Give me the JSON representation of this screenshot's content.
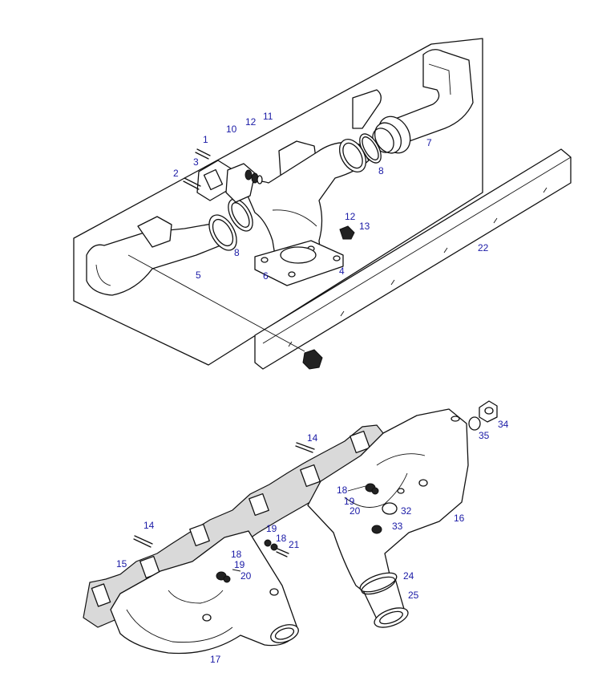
{
  "diagram": {
    "callouts": [
      {
        "id": "c1",
        "text": "1"
      },
      {
        "id": "c2",
        "text": "2"
      },
      {
        "id": "c3",
        "text": "3"
      },
      {
        "id": "c10",
        "text": "10"
      },
      {
        "id": "c12a",
        "text": "12"
      },
      {
        "id": "c11",
        "text": "11"
      },
      {
        "id": "c7",
        "text": "7"
      },
      {
        "id": "c8a",
        "text": "8"
      },
      {
        "id": "c12b",
        "text": "12"
      },
      {
        "id": "c13",
        "text": "13"
      },
      {
        "id": "c8b",
        "text": "8"
      },
      {
        "id": "c5",
        "text": "5"
      },
      {
        "id": "c6",
        "text": "6"
      },
      {
        "id": "c4",
        "text": "4"
      },
      {
        "id": "c22",
        "text": "22"
      },
      {
        "id": "c14a",
        "text": "14"
      },
      {
        "id": "c34",
        "text": "34"
      },
      {
        "id": "c35",
        "text": "35"
      },
      {
        "id": "c18a",
        "text": "18"
      },
      {
        "id": "c19a",
        "text": "19"
      },
      {
        "id": "c20a",
        "text": "20"
      },
      {
        "id": "c32",
        "text": "32"
      },
      {
        "id": "c33",
        "text": "33"
      },
      {
        "id": "c16",
        "text": "16"
      },
      {
        "id": "c14b",
        "text": "14"
      },
      {
        "id": "c19b",
        "text": "19"
      },
      {
        "id": "c18b",
        "text": "18"
      },
      {
        "id": "c21",
        "text": "21"
      },
      {
        "id": "c15",
        "text": "15"
      },
      {
        "id": "c18c",
        "text": "18"
      },
      {
        "id": "c19c",
        "text": "19"
      },
      {
        "id": "c20b",
        "text": "20"
      },
      {
        "id": "c24",
        "text": "24"
      },
      {
        "id": "c25",
        "text": "25"
      },
      {
        "id": "c17",
        "text": "17"
      }
    ]
  },
  "colors": {
    "callout": "#1a1aa6",
    "line": "#111111",
    "gasket": "#d9d9d9"
  }
}
